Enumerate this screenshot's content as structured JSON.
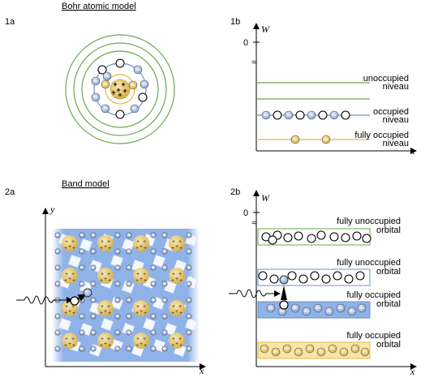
{
  "panels": {
    "p1a": {
      "label": "1a",
      "heading": "Bohr atomic model"
    },
    "p1b": {
      "label": "1b",
      "axis_w": "W",
      "axis_x": "x",
      "zero": "0",
      "break": "≈",
      "levels": [
        {
          "line1": "unoccupied",
          "line2": "niveau",
          "color": "#6aa84f"
        },
        {
          "line1": "occupied",
          "line2": "niveau",
          "color": "#6d8fc7"
        },
        {
          "line1": "fully occupied",
          "line2": "niveau",
          "color": "#e0b84a"
        }
      ]
    },
    "p2a": {
      "label": "2a",
      "heading": "Band model",
      "axis_y": "y",
      "axis_x": "x"
    },
    "p2b": {
      "label": "2b",
      "axis_w": "W",
      "axis_x": "x",
      "zero": "0",
      "break": "≈",
      "bands": [
        {
          "line1": "fully unoccupied",
          "line2": "orbital",
          "color": "#6aa84f"
        },
        {
          "line1": "fully unoccupied",
          "line2": "orbital",
          "color": "#6d8fc7"
        },
        {
          "line1": "fully occupied",
          "line2": "orbital",
          "color": "#6d8fc7"
        },
        {
          "line1": "fully occupied",
          "line2": "orbital",
          "color": "#e0b84a"
        }
      ]
    }
  },
  "symbols": {
    "electron": "−",
    "proton": "+"
  },
  "colors": {
    "green": "#6aa84f",
    "blue": "#6d8fc7",
    "gold": "#e0b84a",
    "band_blue": "#8fb2e8"
  }
}
